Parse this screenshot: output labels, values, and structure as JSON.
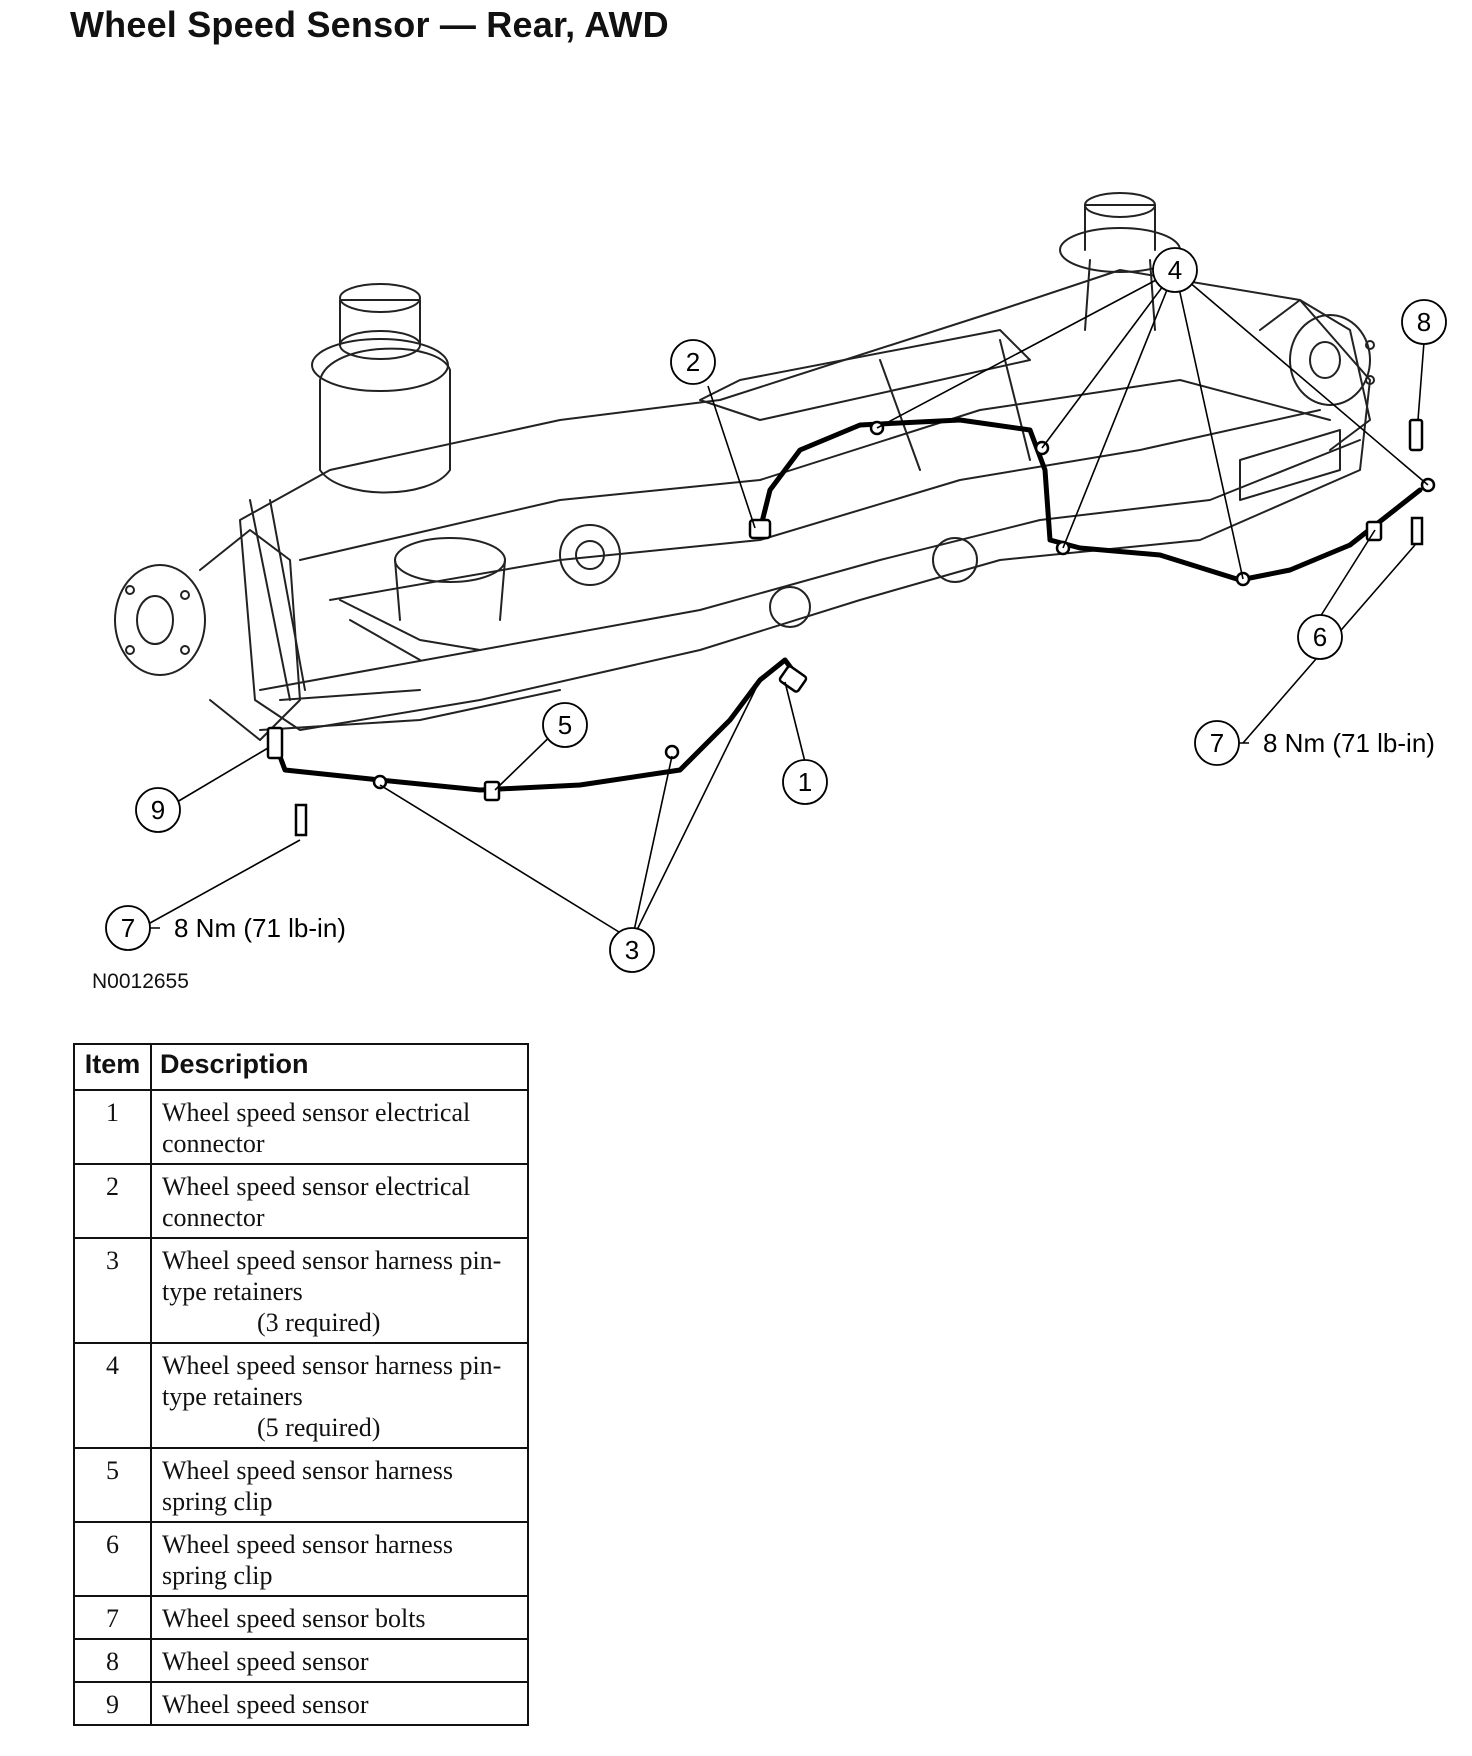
{
  "title": "Wheel Speed Sensor — Rear, AWD",
  "figure_number": "N0012655",
  "callouts": [
    {
      "id": "c1",
      "label": "1"
    },
    {
      "id": "c2",
      "label": "2"
    },
    {
      "id": "c3",
      "label": "3"
    },
    {
      "id": "c4",
      "label": "4"
    },
    {
      "id": "c5",
      "label": "5"
    },
    {
      "id": "c6",
      "label": "6"
    },
    {
      "id": "c7a",
      "label": "7"
    },
    {
      "id": "c7b",
      "label": "7"
    },
    {
      "id": "c8",
      "label": "8"
    },
    {
      "id": "c9",
      "label": "9"
    }
  ],
  "torque_specs": {
    "left": "8 Nm (71 lb-in)",
    "right": "8 Nm (71 lb-in)"
  },
  "table": {
    "headers": {
      "item": "Item",
      "description": "Description"
    },
    "rows": [
      {
        "item": "1",
        "description": "Wheel speed sensor electrical connector",
        "note": ""
      },
      {
        "item": "2",
        "description": "Wheel speed sensor electrical connector",
        "note": ""
      },
      {
        "item": "3",
        "description": "Wheel speed sensor harness pin-type retainers",
        "note": "(3 required)"
      },
      {
        "item": "4",
        "description": "Wheel speed sensor harness pin-type retainers",
        "note": "(5 required)"
      },
      {
        "item": "5",
        "description": "Wheel speed sensor harness spring clip",
        "note": ""
      },
      {
        "item": "6",
        "description": "Wheel speed sensor harness spring clip",
        "note": ""
      },
      {
        "item": "7",
        "description": "Wheel speed sensor bolts",
        "note": ""
      },
      {
        "item": "8",
        "description": "Wheel speed sensor",
        "note": ""
      },
      {
        "item": "9",
        "description": "Wheel speed sensor",
        "note": ""
      }
    ]
  }
}
